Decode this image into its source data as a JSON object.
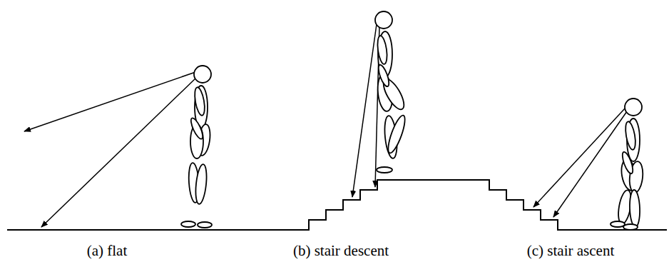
{
  "diagram": {
    "labels": [
      "(a) flat",
      "(b) stair descent",
      "(c) stair ascent"
    ]
  }
}
